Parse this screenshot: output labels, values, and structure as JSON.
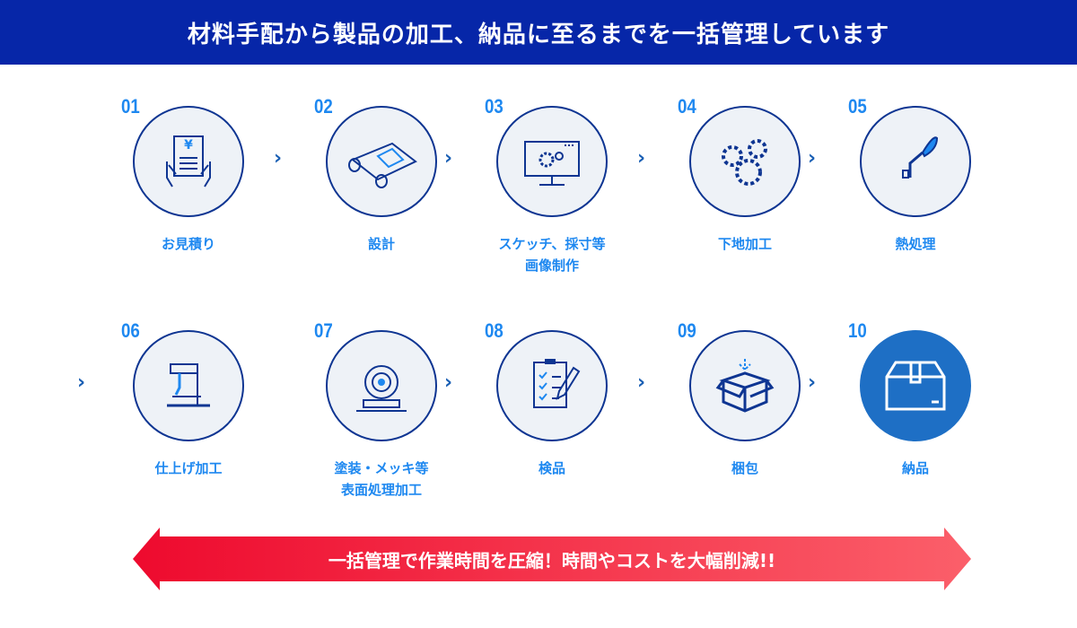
{
  "header": {
    "title": "材料手配から製品の加工、納品に至るまでを一括管理しています"
  },
  "steps": [
    {
      "num": "01",
      "label": "お見積り",
      "icon": "estimate-document-icon"
    },
    {
      "num": "02",
      "label": "設計",
      "icon": "blueprint-icon"
    },
    {
      "num": "03",
      "label": "スケッチ、採寸等\n画像制作",
      "icon": "monitor-gears-icon"
    },
    {
      "num": "04",
      "label": "下地加工",
      "icon": "gears-icon"
    },
    {
      "num": "05",
      "label": "熱処理",
      "icon": "torch-icon"
    },
    {
      "num": "06",
      "label": "仕上げ加工",
      "icon": "drill-press-icon"
    },
    {
      "num": "07",
      "label": "塗装・メッキ等\n表面処理加工",
      "icon": "spray-coating-icon"
    },
    {
      "num": "08",
      "label": "検品",
      "icon": "clipboard-check-icon"
    },
    {
      "num": "09",
      "label": "梱包",
      "icon": "open-box-icon"
    },
    {
      "num": "10",
      "label": "納品",
      "icon": "closed-box-icon"
    }
  ],
  "chevron": "›",
  "footer": {
    "text": "一括管理で作業時間を圧縮！時間やコストを大幅削減!!",
    "gradient_start": "#ee0a2e",
    "gradient_end": "#fb5f6a"
  },
  "colors": {
    "banner": "#0626a8",
    "accent": "#1e88f0",
    "icon_line": "#0e3592"
  }
}
